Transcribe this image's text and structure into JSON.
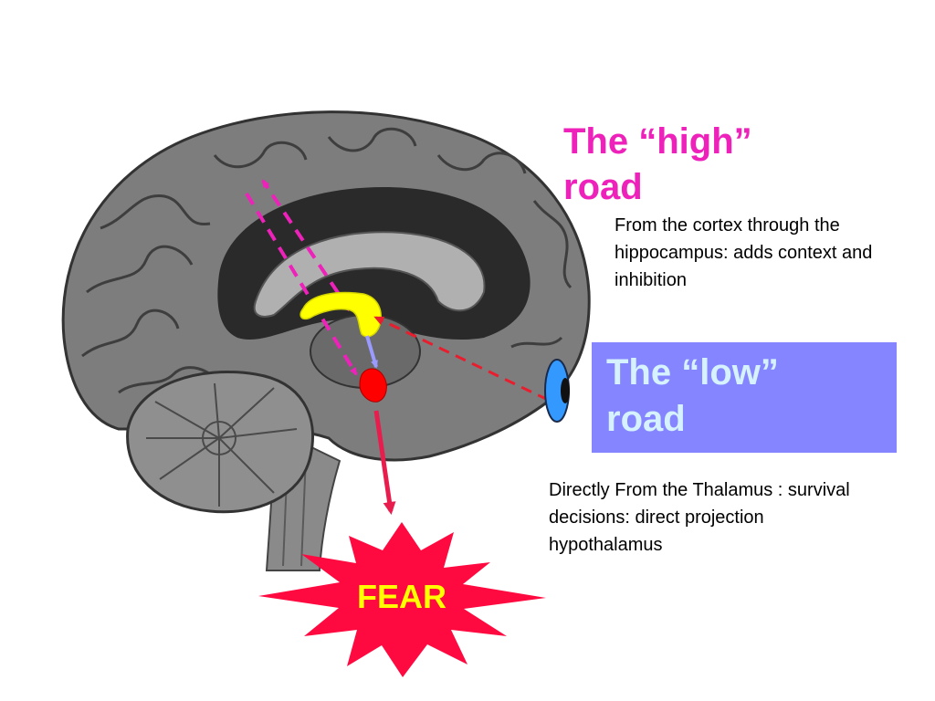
{
  "high_road": {
    "title": "The “high” road",
    "description": "From the cortex through the hippocampus: adds context and inhibition",
    "color": "#ee22bb"
  },
  "low_road": {
    "title": "The “low” road",
    "description": "Directly From the Thalamus : survival decisions: direct projection hypothalamus",
    "box_color": "#8585ff",
    "text_color": "#d6f2ff"
  },
  "fear": {
    "label": "FEAR",
    "burst_color": "#ff0a40",
    "text_color": "#ffff00"
  },
  "icons": [
    "brain-illustration",
    "eye-icon",
    "hippocampus-shape",
    "amygdala-shape",
    "fear-burst"
  ],
  "colors": {
    "high_path": "#ee22bb",
    "low_path": "#e81d2e",
    "hippocampus": "#ffff00",
    "amygdala": "#ff0000",
    "connector": "#9a9aff",
    "eye_outer": "#3399ff"
  }
}
